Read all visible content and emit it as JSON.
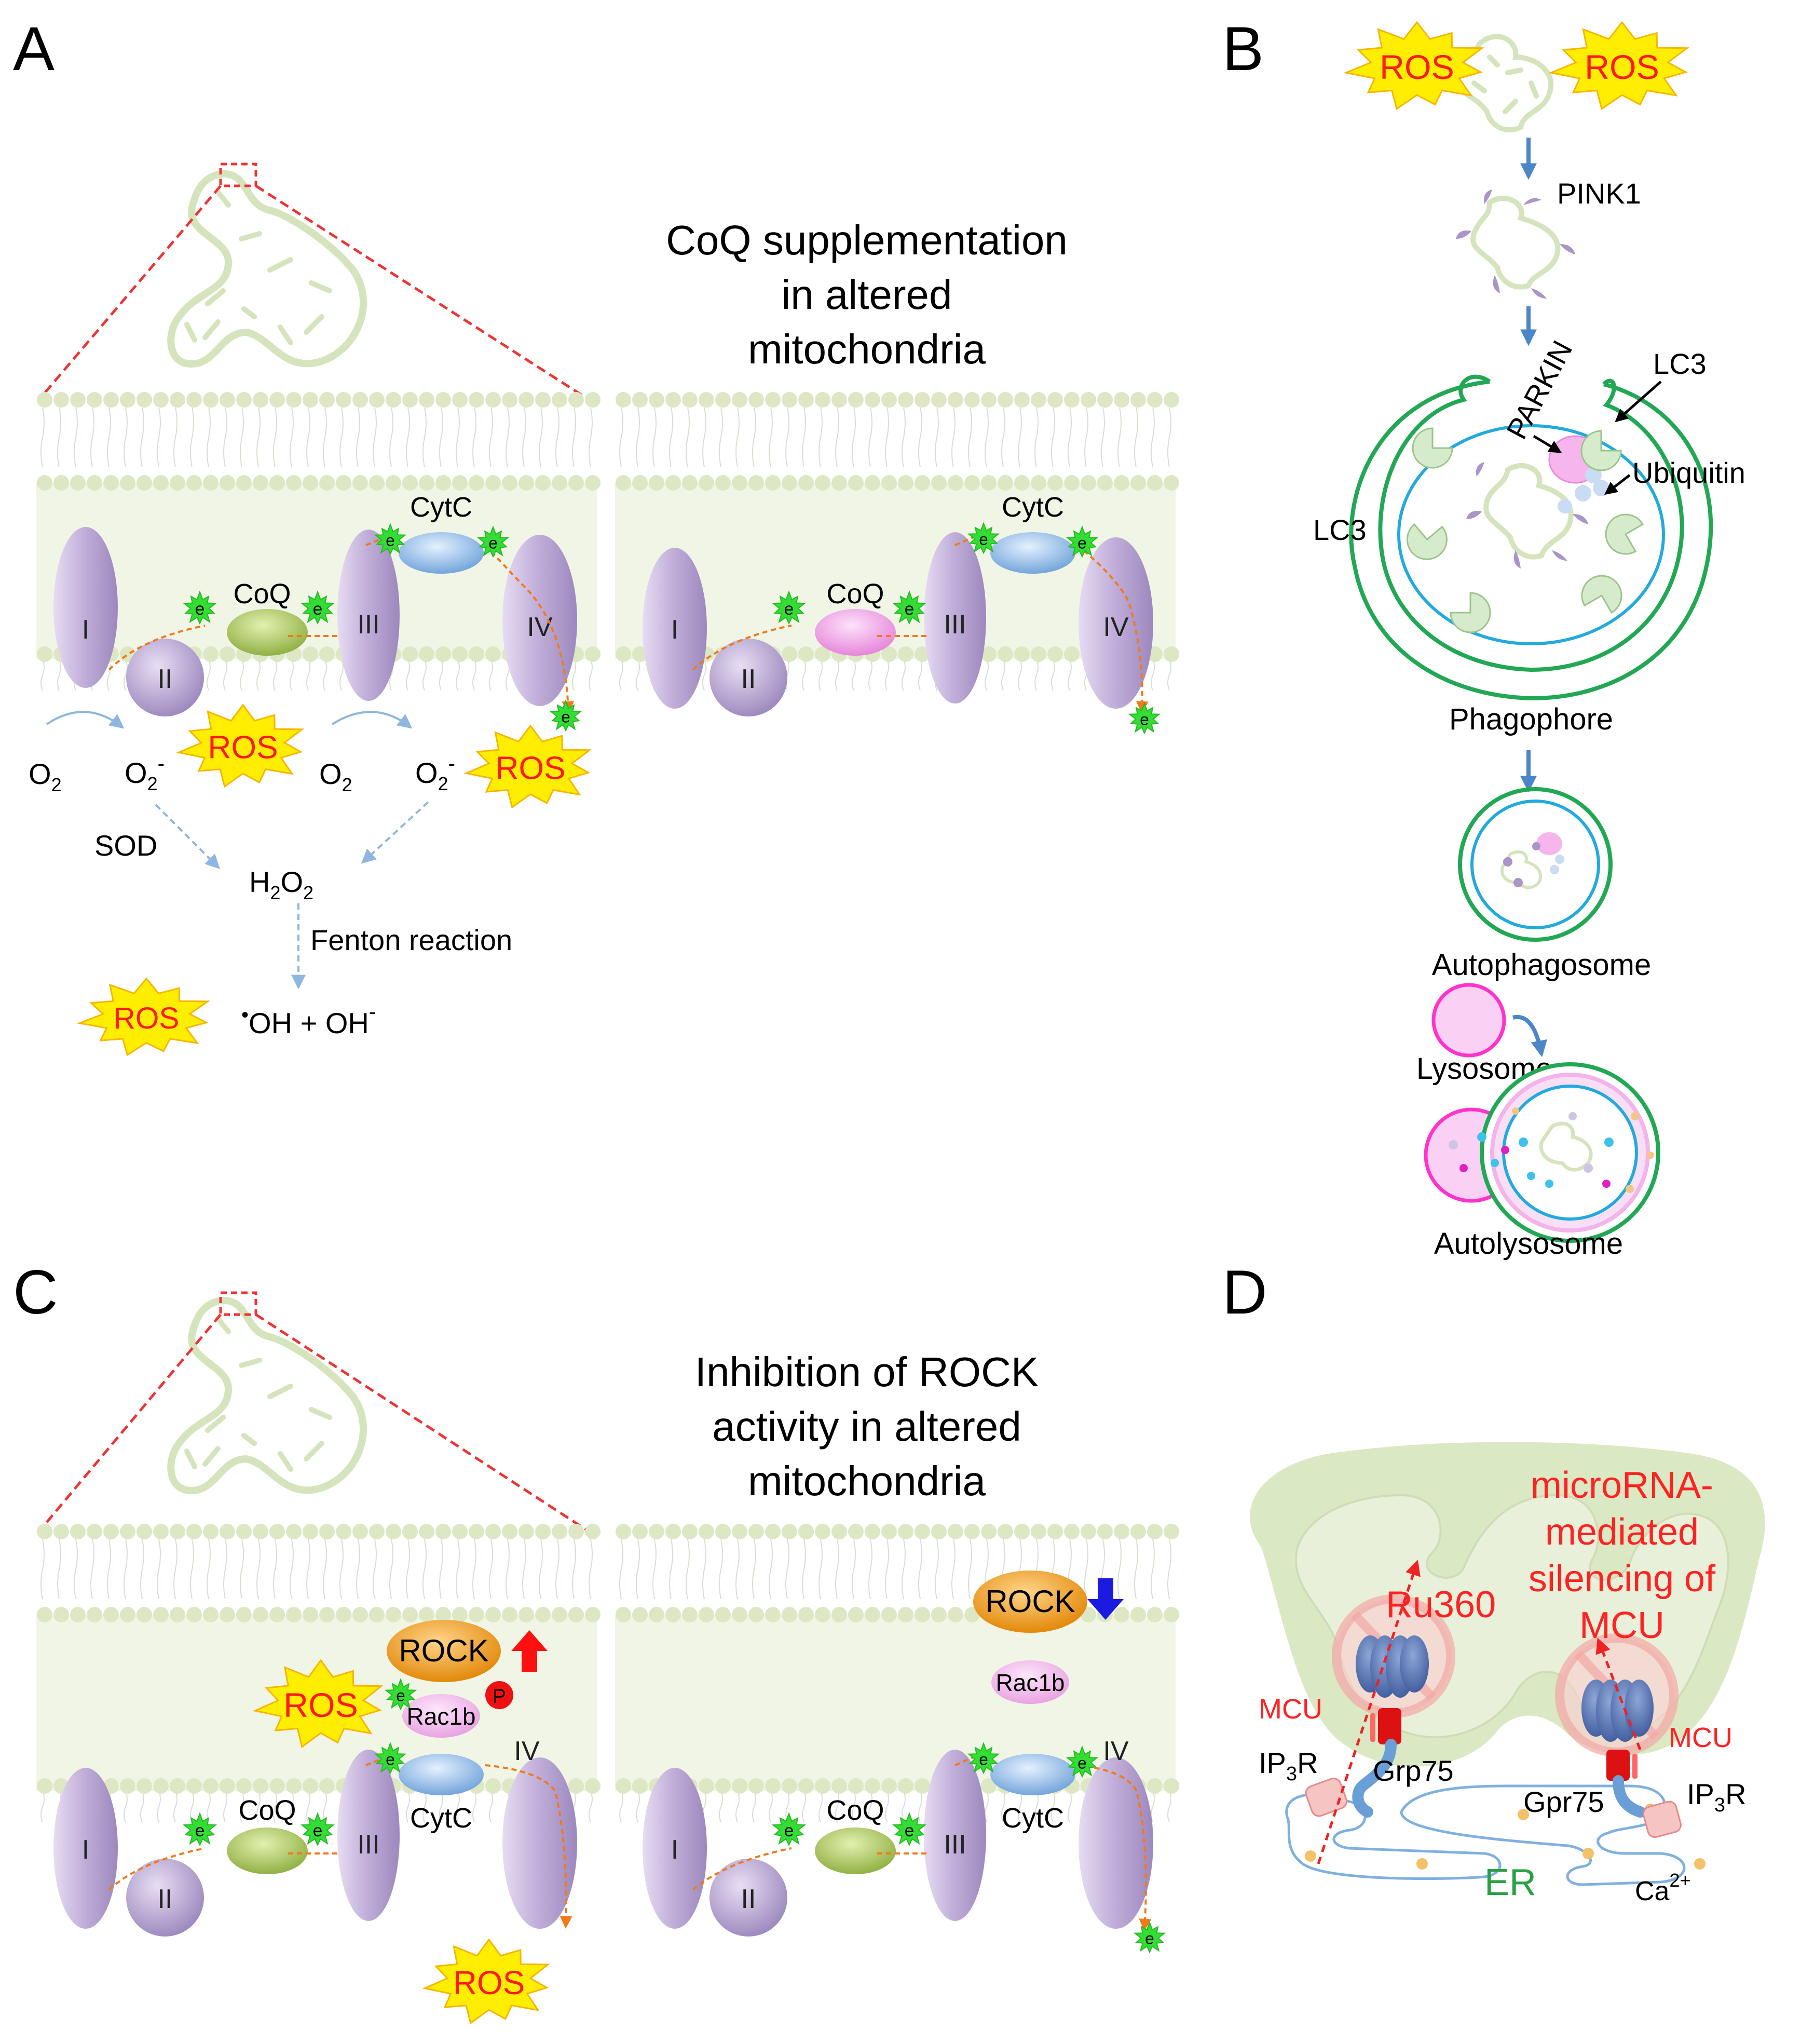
{
  "panels": {
    "a": {
      "letter": "A",
      "title": [
        "CoQ supplementation",
        "in altered",
        "mitochondria"
      ],
      "complexes": [
        "I",
        "II",
        "III",
        "IV"
      ],
      "coq": "CoQ",
      "cytc": "CytC",
      "electron": "e",
      "ros": "ROS",
      "o2": "O",
      "o2_sub": "2",
      "superoxide_sup": "-",
      "sod": "SOD",
      "h2o2_h": "H",
      "h2o2_o": "O",
      "sub2": "2",
      "fenton": "Fenton reaction",
      "radical_dot": "•",
      "products": "OH + OH",
      "products_sup": "-"
    },
    "b": {
      "letter": "B",
      "ros": "ROS",
      "pink1": "PINK1",
      "parkin": "PARKIN",
      "lc3": "LC3",
      "ubiquitin": "Ubiquitin",
      "phagophore": "Phagophore",
      "autophagosome": "Autophagosome",
      "lysosome": "Lysosome",
      "autolysosome": "Autolysosome"
    },
    "c": {
      "letter": "C",
      "title": [
        "Inhibition of ROCK",
        "activity in altered",
        "mitochondria"
      ],
      "rock": "ROCK",
      "rac1b": "Rac1b",
      "phospho": "P",
      "ros": "ROS",
      "cytc": "CytC",
      "coq": "CoQ",
      "electron": "e",
      "complexes": [
        "I",
        "II",
        "III",
        "IV"
      ]
    },
    "d": {
      "letter": "D",
      "title": [
        "microRNA-",
        "mediated",
        "silencing of",
        "MCU"
      ],
      "ru360": "Ru360",
      "mcu": "MCU",
      "ip3r_pre": "IP",
      "ip3r_sub": "3",
      "ip3r_post": "R",
      "grp75": "Grp75",
      "gpr75": "Gpr75",
      "er": "ER",
      "ca": "Ca",
      "ca_sup": "2+"
    }
  },
  "colors": {
    "membrane_bead": "#dde7c4",
    "membrane_band": "#f1f5e6",
    "complex": "#c6b6dc",
    "coq_green": "#a8c45a",
    "coq_pink": "#f29fe6",
    "cytc": "#9cc2ea",
    "ros_fill": "#ffee00",
    "ros_text": "#ff1a1a",
    "rock": "#f39c1e",
    "rac1b": "#f3b6ec",
    "electron": "#33dd33",
    "red_label": "#ff2222",
    "phagophore_green": "#22a855",
    "phagophore_blue": "#22aadd",
    "lysosome": "#ff33cc",
    "arrow_blue": "#4a86c8",
    "mito_green": "#d5e4bd"
  }
}
